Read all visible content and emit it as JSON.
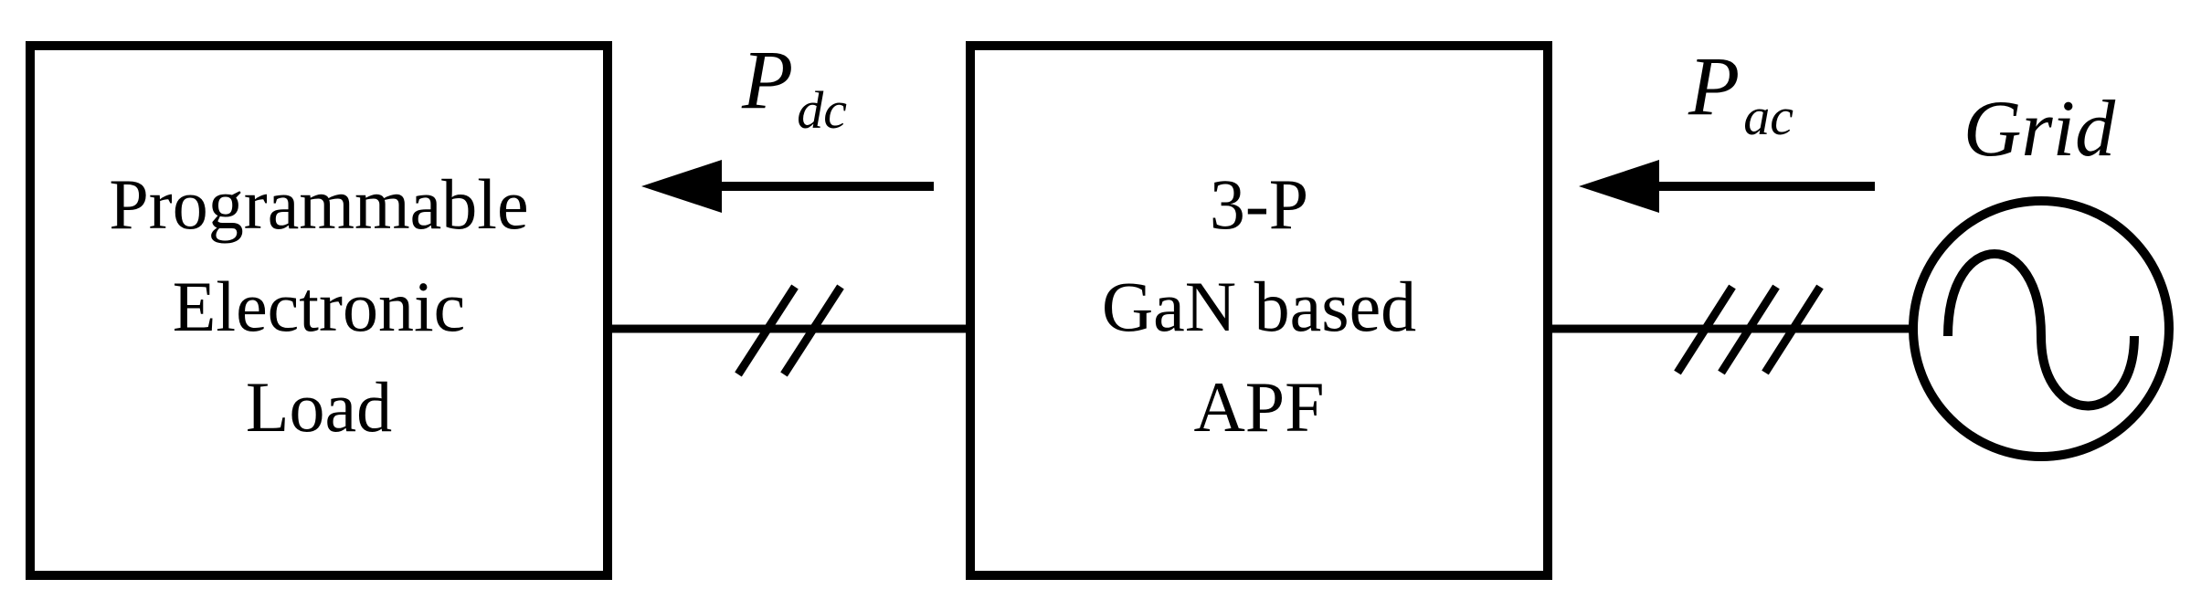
{
  "blocks": {
    "load": {
      "lines": [
        "Programmable",
        "Electronic",
        "Load"
      ]
    },
    "apf": {
      "lines": [
        "3-P",
        "GaN based",
        "APF"
      ]
    }
  },
  "power_labels": {
    "dc": {
      "main": "P",
      "sub": "dc"
    },
    "ac": {
      "main": "P",
      "sub": "ac"
    }
  },
  "source": {
    "label": "Grid",
    "icon": "ac-source-sine-icon"
  },
  "connections": {
    "dc_link_hatch_count": 2,
    "ac_link_hatch_count": 3
  }
}
